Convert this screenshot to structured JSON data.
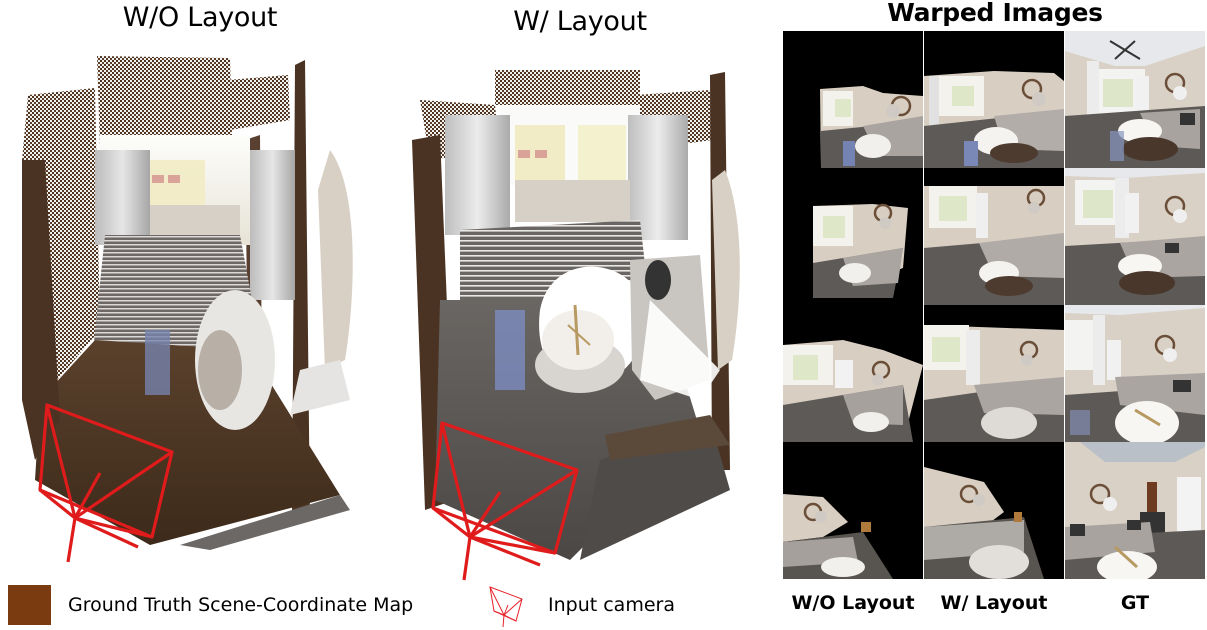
{
  "figure": {
    "panels": [
      {
        "id": "without-layout",
        "title": "W/O Layout"
      },
      {
        "id": "with-layout",
        "title": "W/ Layout"
      }
    ],
    "warped": {
      "title": "Warped Images",
      "columns": [
        "W/O Layout",
        "W/ Layout",
        "GT"
      ],
      "rows": 4
    },
    "legend": {
      "items": [
        {
          "label": "Ground Truth Scene-Coordinate Map",
          "swatch_color": "#7a3b10",
          "icon": "brown-square-swatch"
        },
        {
          "label": "Input camera",
          "swatch_color": "#e8222a",
          "icon": "camera-frustum-icon"
        }
      ]
    },
    "colors": {
      "camera_frustum": "#e01b1b",
      "gt_scene_coordinate": "#7a3b10",
      "point_cloud_brown": "#4a3322",
      "floor_gray": "#5e5a57",
      "background": "#ffffff",
      "warp_void": "#000000"
    }
  }
}
